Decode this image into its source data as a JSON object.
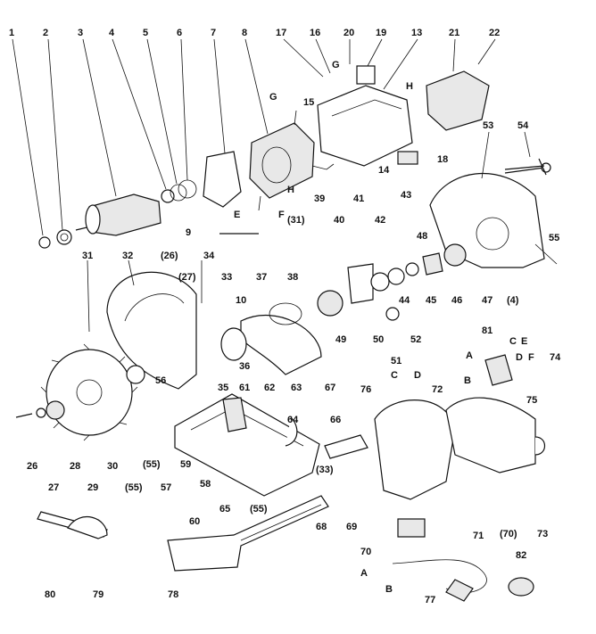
{
  "labels": {
    "l1": "1",
    "l2": "2",
    "l3": "3",
    "l4": "4",
    "l5": "5",
    "l6": "6",
    "l7": "7",
    "l8": "8",
    "l9": "9",
    "l13": "13",
    "l14": "14",
    "l15": "15",
    "l16": "16",
    "l17": "17",
    "l18": "18",
    "l19": "19",
    "l20": "20",
    "l21": "21",
    "l22": "22",
    "l26": "26",
    "l26b": "(26)",
    "l27": "27",
    "l27b": "(27)",
    "l28": "28",
    "l29": "29",
    "l30": "30",
    "l31": "31",
    "l31b": "(31)",
    "l32": "32",
    "l33": "33",
    "l33b": "(33)",
    "l34": "34",
    "l35": "35",
    "l36": "36",
    "l37": "37",
    "l38": "38",
    "l39": "39",
    "l40": "40",
    "l41": "41",
    "l42": "42",
    "l43": "43",
    "l44": "44",
    "l45": "45",
    "l46": "46",
    "l47": "47",
    "l48": "48",
    "l49": "49",
    "l50": "50",
    "l51": "51",
    "l52": "52",
    "l53": "53",
    "l54": "54",
    "l55": "55",
    "l55b": "(55)",
    "l55c": "(55)",
    "l55d": "(55)",
    "l56": "56",
    "l57": "57",
    "l58": "58",
    "l59": "59",
    "l60": "60",
    "l61": "61",
    "l62": "62",
    "l63": "63",
    "l64": "64",
    "l65": "65",
    "l66": "66",
    "l67": "67",
    "l68": "68",
    "l69": "69",
    "l70": "70",
    "l70b": "(70)",
    "l71": "71",
    "l72": "72",
    "l73": "73",
    "l74": "74",
    "l75": "75",
    "l76": "76",
    "l77": "77",
    "l78": "78",
    "l79": "79",
    "l80": "80",
    "l81": "81",
    "l82": "82",
    "l4b": "(4)",
    "l10": "10",
    "G1": "G",
    "G2": "G",
    "H1": "H",
    "H2": "H",
    "E1": "E",
    "F1": "F",
    "A1": "A",
    "B1": "B",
    "C1": "C",
    "E2": "E",
    "D1": "D",
    "F2": "F",
    "C2": "C",
    "D2": "D",
    "A2": "A",
    "B2": "B"
  }
}
